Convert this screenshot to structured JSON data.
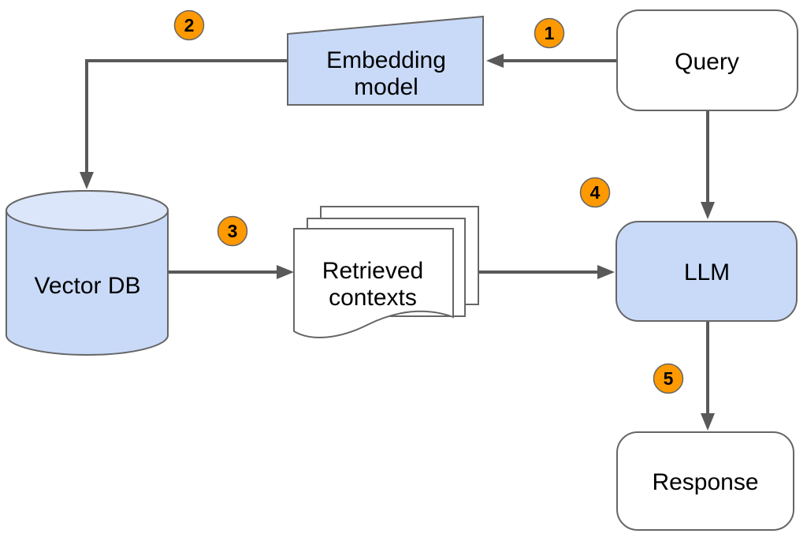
{
  "nodes": {
    "query": {
      "label": "Query"
    },
    "embedding_model": {
      "label_line1": "Embedding",
      "label_line2": "model"
    },
    "vector_db": {
      "label": "Vector DB"
    },
    "retrieved_contexts": {
      "label_line1": "Retrieved",
      "label_line2": "contexts"
    },
    "llm": {
      "label": "LLM"
    },
    "response": {
      "label": "Response"
    }
  },
  "badges": [
    {
      "label": "1"
    },
    {
      "label": "2"
    },
    {
      "label": "3"
    },
    {
      "label": "4"
    },
    {
      "label": "5"
    }
  ],
  "colors": {
    "background": "#ffffff",
    "node_blue_fill": "#c9daf8",
    "cylinder_top_fill": "#dce6fa",
    "node_white_fill": "#ffffff",
    "shape_stroke": "#666666",
    "connector": "#595959",
    "badge_fill": "#ff9900"
  }
}
